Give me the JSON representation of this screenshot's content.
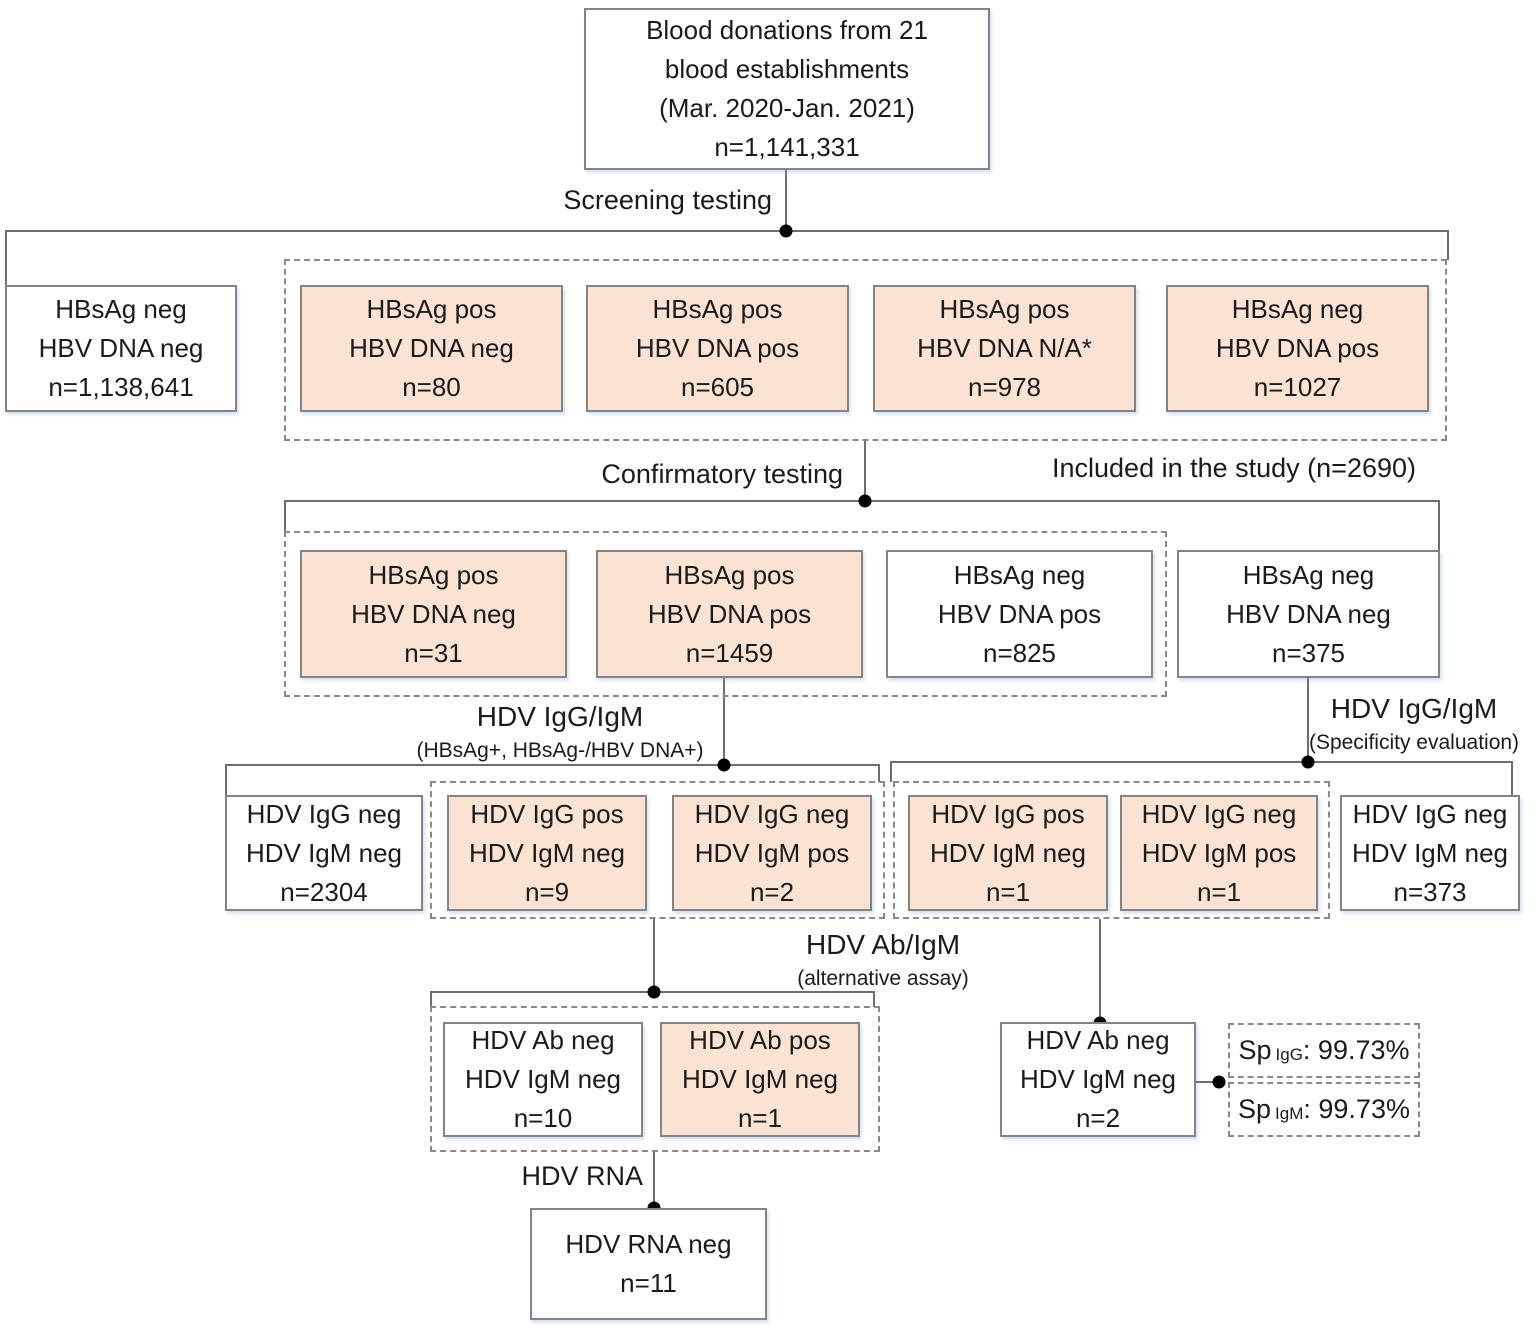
{
  "title": "Blood donation HBV/HDV screening flowchart",
  "colors": {
    "highlight_fill": "#FAE3D2",
    "box_border": "#848484",
    "connector": "#6E6E6E",
    "dashed_border": "#8A8A8A",
    "text": "#1B1B1B"
  },
  "nodes": {
    "source": [
      "Blood donations from 21",
      "blood establishments",
      "(Mar. 2020-Jan. 2021)",
      "n=1,141,331"
    ],
    "screen_neg": [
      "HBsAg neg",
      "HBV DNA neg",
      "n=1,138,641"
    ],
    "scr_pos_neg": [
      "HBsAg pos",
      "HBV DNA neg",
      "n=80"
    ],
    "scr_pos_pos": [
      "HBsAg pos",
      "HBV DNA pos",
      "n=605"
    ],
    "scr_pos_na": [
      "HBsAg pos",
      "HBV DNA N/A*",
      "n=978"
    ],
    "scr_neg_pos": [
      "HBsAg neg",
      "HBV DNA pos",
      "n=1027"
    ],
    "conf_pos_neg": [
      "HBsAg pos",
      "HBV DNA neg",
      "n=31"
    ],
    "conf_pos_pos": [
      "HBsAg pos",
      "HBV DNA pos",
      "n=1459"
    ],
    "conf_neg_pos": [
      "HBsAg neg",
      "HBV DNA pos",
      "n=825"
    ],
    "conf_neg_neg": [
      "HBsAg neg",
      "HBV DNA neg",
      "n=375"
    ],
    "igg_l_negneg": [
      "HDV IgG neg",
      "HDV IgM neg",
      "n=2304"
    ],
    "igg_l_posneg": [
      "HDV IgG pos",
      "HDV IgM neg",
      "n=9"
    ],
    "igg_l_negpos": [
      "HDV IgG neg",
      "HDV IgM pos",
      "n=2"
    ],
    "igg_r_posneg": [
      "HDV IgG pos",
      "HDV IgM neg",
      "n=1"
    ],
    "igg_r_negpos": [
      "HDV IgG neg",
      "HDV IgM pos",
      "n=1"
    ],
    "igg_r_negneg": [
      "HDV IgG neg",
      "HDV IgM neg",
      "n=373"
    ],
    "alt_negneg": [
      "HDV Ab neg",
      "HDV IgM neg",
      "n=10"
    ],
    "alt_posneg": [
      "HDV Ab pos",
      "HDV IgM neg",
      "n=1"
    ],
    "spec_negneg": [
      "HDV Ab neg",
      "HDV IgM neg",
      "n=2"
    ],
    "rna_neg": [
      "HDV RNA neg",
      "n=11"
    ]
  },
  "labels": {
    "screening": "Screening testing",
    "confirmatory": "Confirmatory testing",
    "included": "Included in the study (n=2690)",
    "hdv_left": {
      "title": "HDV IgG/IgM",
      "sub": "(HBsAg+, HBsAg-/HBV DNA+)"
    },
    "hdv_right": {
      "title": "HDV IgG/IgM",
      "sub": "(Specificity evaluation)"
    },
    "alt": {
      "title": "HDV Ab/IgM",
      "sub": "(alternative assay)"
    },
    "rna": "HDV RNA",
    "sp_igg": {
      "prefix": "Sp",
      "sub": "IgG",
      "value": ": 99.73%"
    },
    "sp_igm": {
      "prefix": "Sp",
      "sub": "IgM",
      "value": ": 99.73%"
    }
  }
}
